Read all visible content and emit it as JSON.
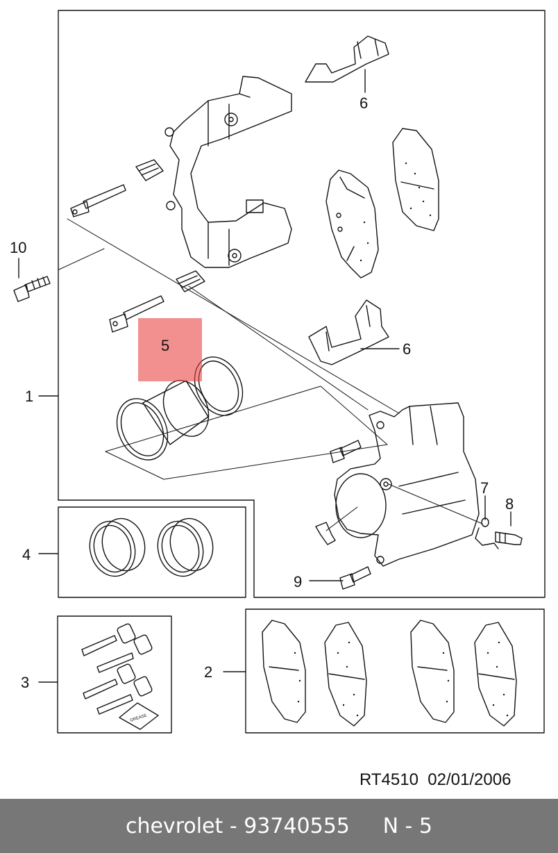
{
  "callouts": {
    "c1": "1",
    "c2": "2",
    "c3": "3",
    "c4": "4",
    "c5": "5",
    "c6a": "6",
    "c6b": "6",
    "c7": "7",
    "c8": "8",
    "c9": "9",
    "c10": "10"
  },
  "stamp": {
    "text": "GREASE"
  },
  "reference": {
    "code": "RT4510",
    "date": "02/01/2006"
  },
  "footer": {
    "brand": "chevrolet",
    "part_number": "93740555",
    "section": "N - 5"
  },
  "highlight": {
    "target": "5",
    "color": "#e84040"
  }
}
